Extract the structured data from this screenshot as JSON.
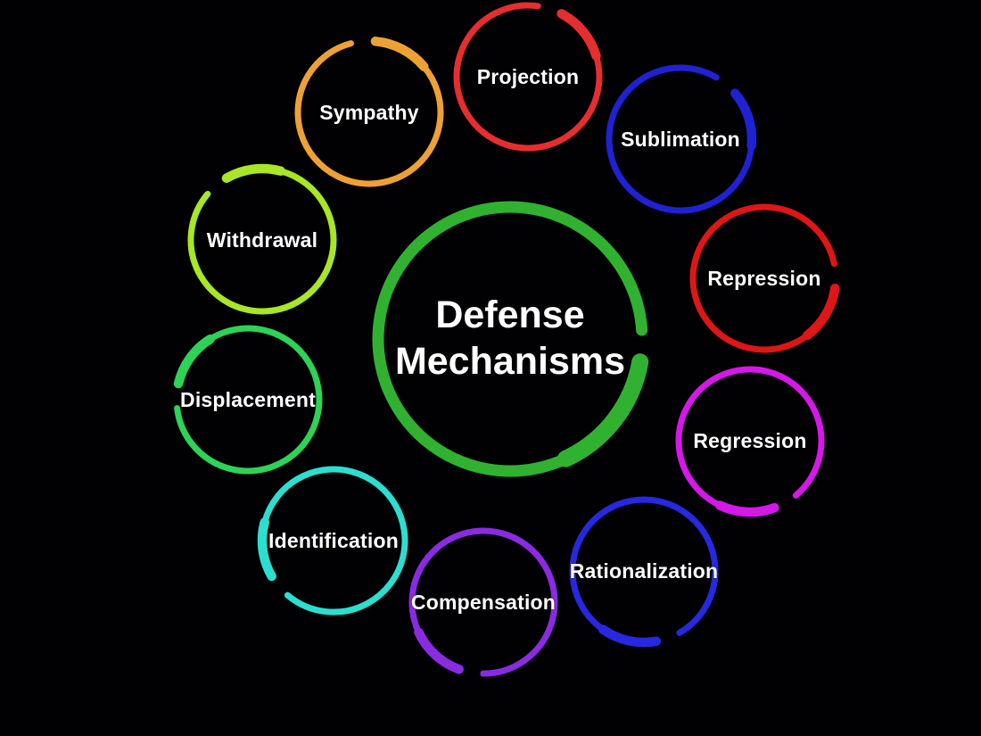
{
  "background_color": "#010103",
  "text_color": "#ffffff",
  "center": {
    "label": "Defense Mechanisms",
    "color": "#30b230"
  },
  "mechanisms": [
    {
      "label": "Projection",
      "color": "#e62e2e"
    },
    {
      "label": "Sublimation",
      "color": "#2121d4"
    },
    {
      "label": "Repression",
      "color": "#df1616"
    },
    {
      "label": "Regression",
      "color": "#d518e8"
    },
    {
      "label": "Rationalization",
      "color": "#2828e0"
    },
    {
      "label": "Compensation",
      "color": "#8a2be2"
    },
    {
      "label": "Identification",
      "color": "#2bdfd0"
    },
    {
      "label": "Displacement",
      "color": "#2dd356"
    },
    {
      "label": "Withdrawal",
      "color": "#a8e626"
    },
    {
      "label": "Sympathy",
      "color": "#eea133"
    }
  ]
}
